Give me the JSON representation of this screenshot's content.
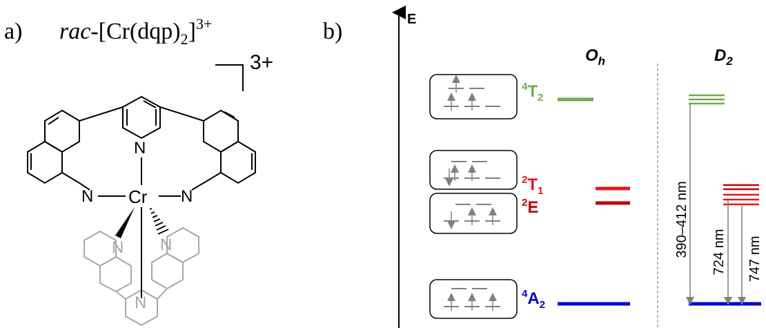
{
  "panel_a": {
    "label": "a)",
    "title_prefix": "rac",
    "title_main": "-[Cr(dqp)",
    "title_sub": "2",
    "title_close": "]",
    "title_sup": "3+",
    "charge": "3+",
    "atoms": {
      "metal": "Cr",
      "n_front_center": "N",
      "n_front_left": "N",
      "n_front_right": "N",
      "n_back_left": "N",
      "n_back_center": "N",
      "n_back_right": "N"
    }
  },
  "panel_b": {
    "label": "b)",
    "axis_label": "E",
    "columns": {
      "oh": "O",
      "oh_sub": "h",
      "d2": "D",
      "d2_sub": "2"
    },
    "states": {
      "t2": {
        "sup": "4",
        "base": "T",
        "sub": "2",
        "color": "#70ad47"
      },
      "t1": {
        "sup": "2",
        "base": "T",
        "sub": "1",
        "color": "#e8141c"
      },
      "e": {
        "sup": "2",
        "base": "E",
        "sub": "",
        "color": "#c00000"
      },
      "a2": {
        "sup": "4",
        "base": "A",
        "sub": "2",
        "color": "#0000cc"
      }
    },
    "transitions": {
      "abs": "390–412 nm",
      "em1": "724 nm",
      "em2": "747 nm"
    }
  }
}
